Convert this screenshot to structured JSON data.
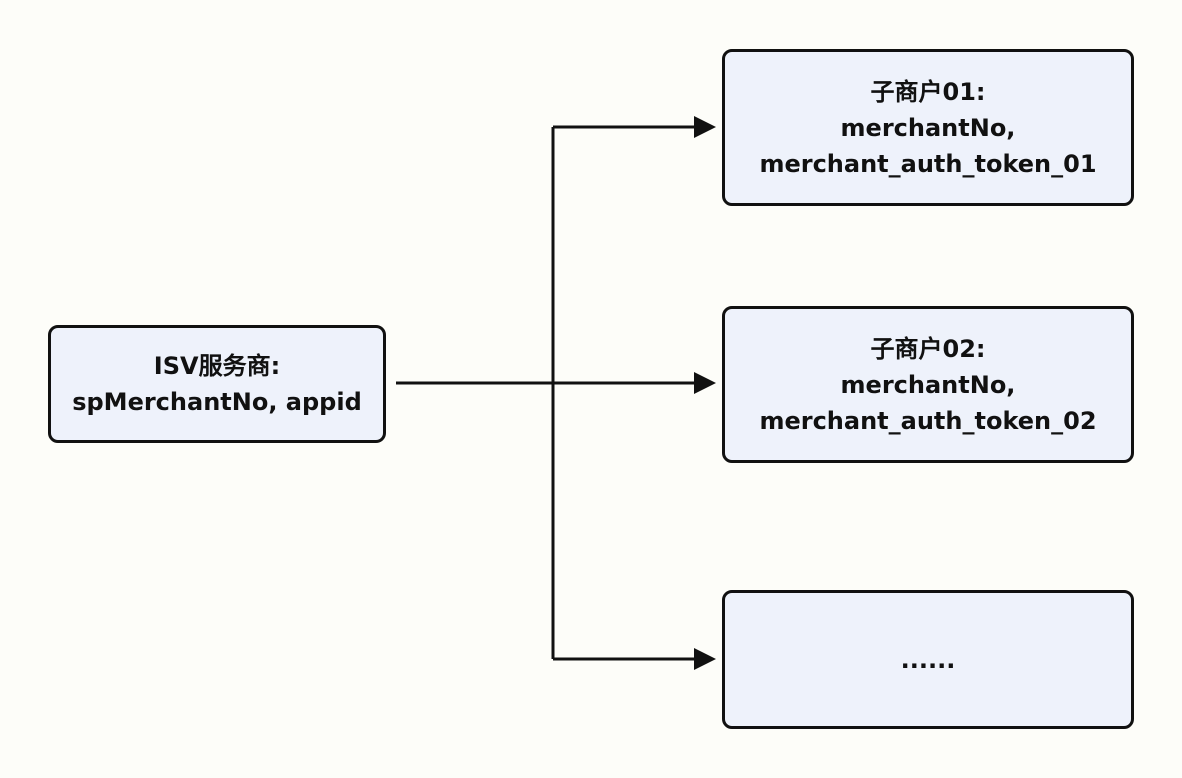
{
  "diagram": {
    "isv": {
      "title": "ISV服务商:",
      "fields": "spMerchantNo, appid"
    },
    "sub_merchants": [
      {
        "title": "子商户01:",
        "field_1": "merchantNo,",
        "field_2": "merchant_auth_token_01"
      },
      {
        "title": "子商户02:",
        "field_1": "merchantNo,",
        "field_2": "merchant_auth_token_02"
      },
      {
        "title": "......"
      }
    ],
    "colors": {
      "background": "#fdfdf9",
      "node_fill": "#eef2fb",
      "stroke": "#111111"
    }
  }
}
